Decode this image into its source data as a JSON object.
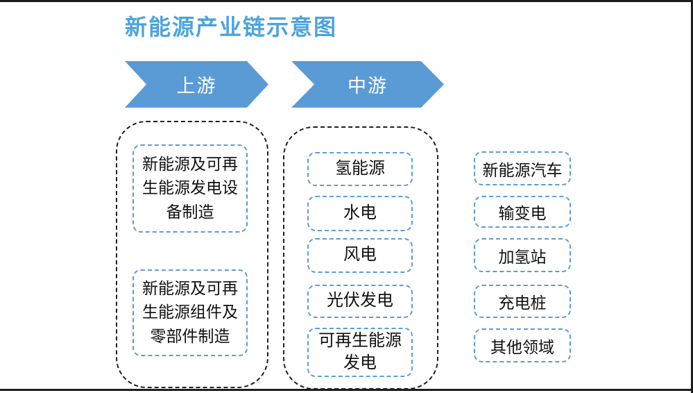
{
  "title": "新能源产业链示意图",
  "stages": [
    {
      "id": "upstream",
      "label": "上游"
    },
    {
      "id": "midstream",
      "label": "中游"
    }
  ],
  "upstream": {
    "items": [
      {
        "label": "新能源及可再生能源发电设备制造"
      },
      {
        "label": "新能源及可再生能源组件及零部件制造"
      }
    ]
  },
  "midstream": {
    "items": [
      {
        "label": "氢能源"
      },
      {
        "label": "水电"
      },
      {
        "label": "风电"
      },
      {
        "label": "光伏发电"
      },
      {
        "label": "可再生能源发电"
      }
    ]
  },
  "downstream": {
    "items": [
      {
        "label": "新能源汽车"
      },
      {
        "label": "输变电"
      },
      {
        "label": "加氢站"
      },
      {
        "label": "充电桩"
      },
      {
        "label": "其他领域"
      }
    ]
  },
  "colors": {
    "title_blue": "#4da3dc",
    "arrow_blue": "#5b9bd5",
    "item_border_blue": "#5b9bd5",
    "container_border": "#1f1f1f",
    "frame_line": "#1c1c1c"
  }
}
